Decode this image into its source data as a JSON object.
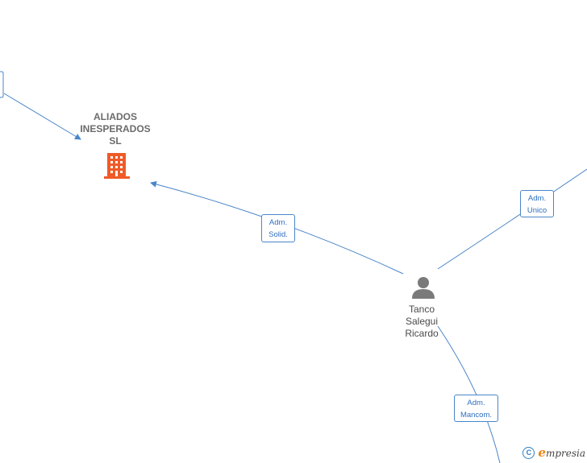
{
  "company": {
    "name_lines": [
      "ALIADOS",
      "INESPERADOS",
      "SL"
    ],
    "icon": "building-icon",
    "color": "#f05a28"
  },
  "person": {
    "name_lines": [
      "Tanco",
      "Salegui",
      "Ricardo"
    ],
    "icon": "person-icon",
    "color": "#7a7a7a"
  },
  "edges": [
    {
      "label_lines": [
        "Adm.",
        "Solid."
      ]
    },
    {
      "label_lines": [
        "Adm.",
        "Unico"
      ]
    },
    {
      "label_lines": [
        "Adm.",
        "Mancom."
      ]
    }
  ],
  "colors": {
    "edge": "#4a86c8",
    "edge_text": "#2f6fbf"
  },
  "watermark": {
    "symbol": "C",
    "brand_initial": "e",
    "brand_rest": "mpresia"
  }
}
